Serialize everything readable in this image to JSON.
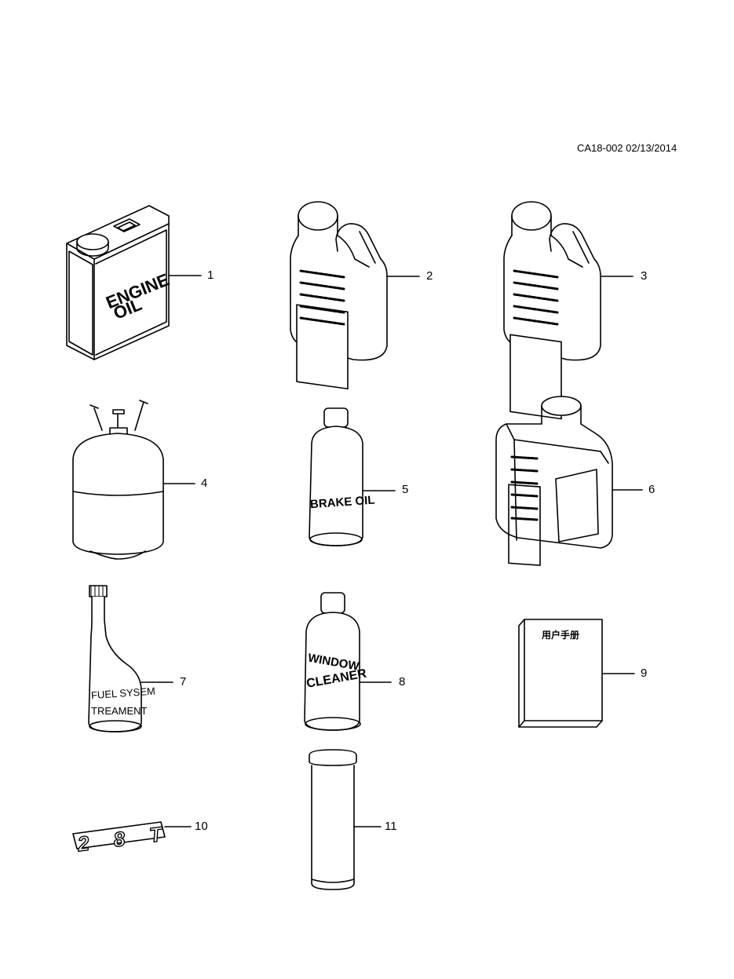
{
  "header": {
    "doc_ref": "CA18-002 02/13/2014"
  },
  "parts": [
    {
      "callout": "1",
      "label_lines": [
        "ENGINE",
        "OIL"
      ]
    },
    {
      "callout": "2",
      "label_lines": []
    },
    {
      "callout": "3",
      "label_lines": []
    },
    {
      "callout": "4",
      "label_lines": []
    },
    {
      "callout": "5",
      "label_lines": [
        "BRAKE OIL"
      ]
    },
    {
      "callout": "6",
      "label_lines": []
    },
    {
      "callout": "7",
      "label_lines": [
        "FUEL SYSEM",
        "TREAMENT"
      ]
    },
    {
      "callout": "8",
      "label_lines": [
        "WINDOW",
        "CLEANER"
      ]
    },
    {
      "callout": "9",
      "label_lines": [
        "用户手册"
      ]
    },
    {
      "callout": "10",
      "label_lines": [
        "28T"
      ]
    },
    {
      "callout": "11",
      "label_lines": []
    }
  ]
}
